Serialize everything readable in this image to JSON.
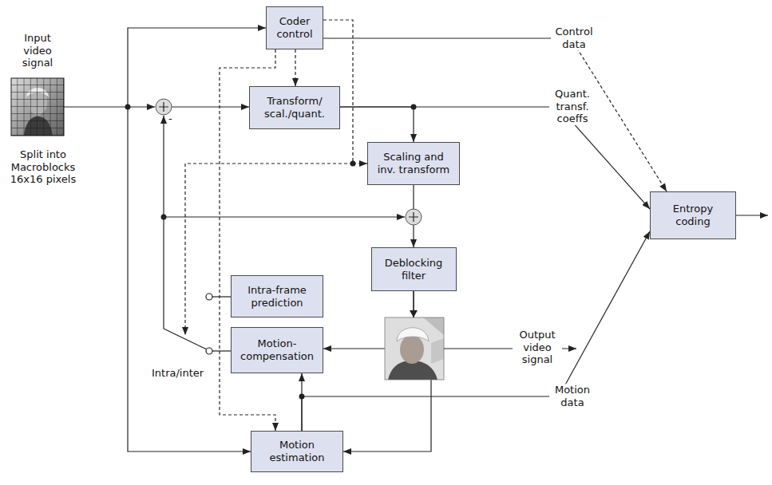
{
  "diagram": {
    "nodes": [
      {
        "text": [
          "Coder control"
        ]
      },
      {
        "text": [
          "Transform/ scal./quant."
        ]
      },
      {
        "text": [
          "Scaling and inv. transform"
        ]
      },
      {
        "text": [
          "Deblocking filter"
        ]
      },
      {
        "text": [
          "Intra-frame prediction"
        ]
      },
      {
        "text": [
          "Motion- compensation"
        ]
      },
      {
        "text": [
          "Motion estimation"
        ]
      },
      {
        "text": [
          "Entropy coding"
        ]
      }
    ],
    "edges": [
      {
        "from": 0,
        "to": 1,
        "arrow": "to"
      },
      {
        "from": 0,
        "to": 2,
        "arrow": "to"
      },
      {
        "from": 0,
        "to": 6,
        "arrow": "to"
      },
      {
        "from": 0,
        "to": 7,
        "label": "Control data",
        "arrow": "to"
      },
      {
        "from": 1,
        "to": 2,
        "arrow": "to"
      },
      {
        "from": 1,
        "to": 7,
        "label": "Quant. transf. coeffs",
        "arrow": "to"
      },
      {
        "from": 2,
        "to": 3,
        "arrow": "to"
      },
      {
        "from": 3,
        "to": 5,
        "arrow": "to"
      },
      {
        "from": 3,
        "to": 6,
        "arrow": "to"
      },
      {
        "from": 6,
        "to": 5,
        "arrow": "to"
      },
      {
        "from": 6,
        "to": 7,
        "label": "Motion data",
        "arrow": "to"
      }
    ],
    "labels": [
      "Input video signal",
      "Split into Macroblocks 16x16 pixels",
      "-",
      "Intra/inter",
      "Output video signal"
    ]
  }
}
